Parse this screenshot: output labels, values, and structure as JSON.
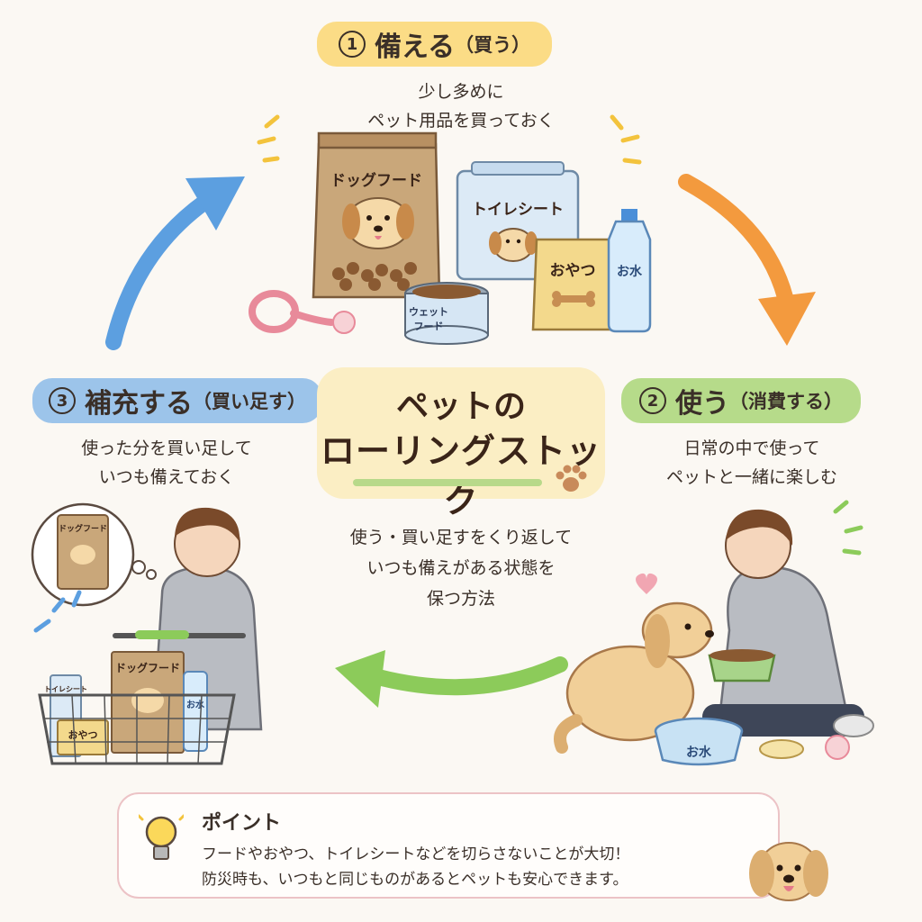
{
  "diagram": {
    "center": {
      "title_line1": "ペットの",
      "title_line2": "ローリングストック",
      "description": [
        "使う・買い足すをくり返して",
        "いつも備えがある状態を",
        "保つ方法"
      ]
    },
    "steps": [
      {
        "number": "1",
        "title": "備える",
        "subtitle": "（買う）",
        "color": "#fbdc86",
        "caption": [
          "少し多めに",
          "ペット用品を買っておく"
        ]
      },
      {
        "number": "2",
        "title": "使う",
        "subtitle": "（消費する）",
        "color": "#b6db8a",
        "caption": [
          "日常の中で使って",
          "ペットと一緒に楽しむ"
        ]
      },
      {
        "number": "3",
        "title": "補充する",
        "subtitle": "（買い足す）",
        "color": "#9cc4ea",
        "caption": [
          "使った分を買い足して",
          "いつも備えておく"
        ]
      }
    ],
    "arrows": {
      "buy_to_use": "#f39a3e",
      "use_to_refill": "#8ccb5a",
      "refill_to_buy": "#5c9fe0"
    },
    "items": {
      "dog_food": "ドッグフード",
      "toilet_sheet": "トイレシート",
      "snack": "おやつ",
      "water": "お水",
      "wet_food_line1": "ウェット",
      "wet_food_line2": "フード",
      "bowl_label": "お水",
      "thought_dog_food": "ドッグフード",
      "cart_toilet_sheet": "トイレシート",
      "cart_dog_food": "ドッグフード",
      "cart_water": "お水",
      "cart_snack": "おやつ"
    },
    "point": {
      "title": "ポイント",
      "lines": [
        "フードやおやつ、トイレシートなどを切らさないことが大切！",
        "防災時も、いつもと同じものがあるとペットも安心できます。"
      ]
    }
  }
}
